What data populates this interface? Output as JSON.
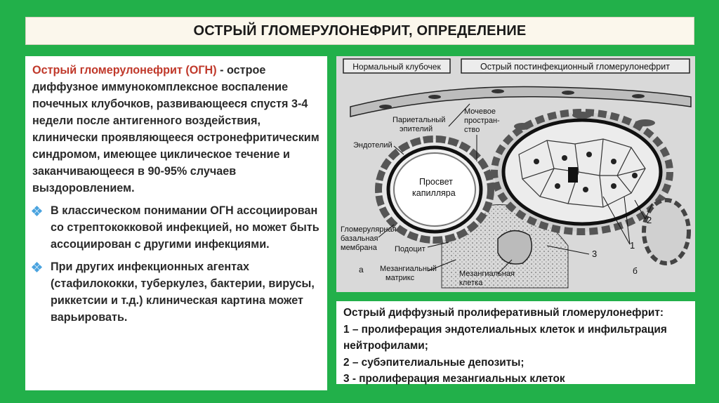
{
  "title": "ОСТРЫЙ ГЛОМЕРУЛОНЕФРИТ, ОПРЕДЕЛЕНИЕ",
  "left": {
    "term": "Острый гломерулонефрит (ОГН)",
    "definition": " - острое диффузное иммунокомплексное воспаление почечных клубочков, развивающееся спустя 3-4 недели после антигенного воздействия, клинически проявляющееся остронефритическим синдромом, имеющее циклическое течение и заканчивающееся в 90-95% случаев выздоровлением.",
    "bullets": [
      "В классическом понимании ОГН ассоциирован со стрептококковой инфекцией, но может быть ассоциирован с другими инфекциями.",
      "При других инфекционных агентах (стафилококки, туберкулез, бактерии, вирусы, риккетсии и т.д.) клиническая картина может варьировать."
    ]
  },
  "diagram": {
    "label_normal": "Нормальный клубочек",
    "label_post": "Острый постинфекционный гломерулонефрит",
    "label_parietal_1": "Париетальный",
    "label_parietal_2": "эпителий",
    "label_urinary_1": "Мочевое",
    "label_urinary_2": "простран-",
    "label_urinary_3": "ство",
    "label_endothelium": "Эндотелий",
    "label_lumen_1": "Просвет",
    "label_lumen_2": "капилляра",
    "label_gbm_1": "Гломерулярная",
    "label_gbm_2": "базальная",
    "label_gbm_3": "мембрана",
    "label_podocyte": "Подоцит",
    "label_a": "а",
    "label_matrix_1": "Мезангиальный",
    "label_matrix_2": "матрикс",
    "label_mcell_1": "Мезангиальная",
    "label_mcell_2": "клетка",
    "label_b": "б",
    "num_1": "1",
    "num_2": "2",
    "num_3": "3"
  },
  "caption": {
    "title": "Острый диффузный пролиферативный гломерулонефрит:",
    "lines": [
      "1 – пролиферация эндотелиальных клеток и инфильтрация нейтрофилами;",
      "2 – субэпителиальные депозиты;",
      "3 - пролиферация мезангиальных клеток"
    ]
  }
}
